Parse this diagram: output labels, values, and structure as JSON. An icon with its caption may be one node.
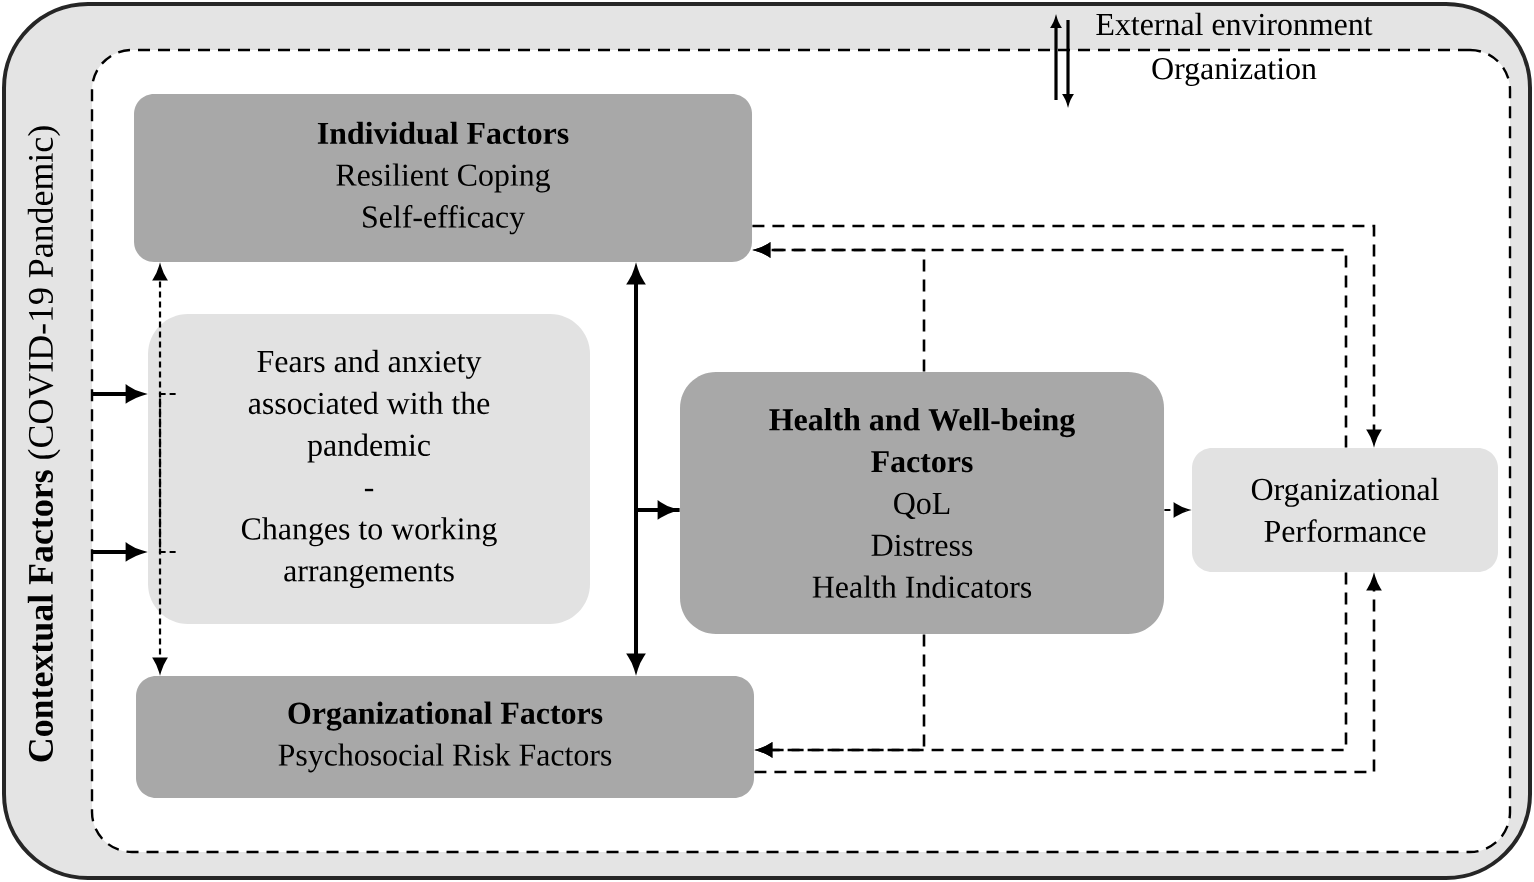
{
  "diagram": {
    "nodes": [
      {
        "text": [
          "**Contextual Factors** (COVID-19 Pandemic)",
          "External environment"
        ]
      },
      {
        "text": [
          "Organization"
        ],
        "in": 0
      },
      {
        "text": [
          "Individual Factors",
          "Resilient Coping",
          "Self-efficacy"
        ],
        "in": 1
      },
      {
        "text": [
          "Fears and anxiety associated with the pandemic",
          "-",
          "Changes to working arrangements"
        ],
        "in": 1
      },
      {
        "text": [
          "Health and Well-being Factors",
          "QoL",
          "Distress",
          "Health Indicators"
        ],
        "in": 1
      },
      {
        "text": [
          "Organizational Performance"
        ],
        "in": 1
      },
      {
        "text": [
          "Organizational Factors",
          "Psychosocial Risk Factors"
        ],
        "in": 1
      }
    ],
    "edges": [
      {
        "from": null,
        "to": 3,
        "arrow": "to"
      },
      {
        "from": null,
        "to": 3,
        "arrow": "to"
      },
      {
        "from": 3,
        "to": 2,
        "arrow": "to",
        "style": "dashed"
      },
      {
        "from": 3,
        "to": 6,
        "arrow": "to",
        "style": "dashed"
      },
      {
        "from": 2,
        "to": 6,
        "arrow": "both"
      },
      {
        "from": 2,
        "to": 4,
        "arrow": "to"
      },
      {
        "from": 6,
        "to": 4,
        "arrow": "to"
      },
      {
        "from": 4,
        "to": 5,
        "arrow": "to",
        "style": "dashed"
      },
      {
        "from": 2,
        "to": 5,
        "arrow": "to",
        "style": "dashed"
      },
      {
        "from": 5,
        "to": 2,
        "arrow": "to",
        "style": "dashed"
      },
      {
        "from": 4,
        "to": 2,
        "arrow": "to",
        "style": "dashed"
      },
      {
        "from": 4,
        "to": 6,
        "arrow": "to",
        "style": "dashed"
      },
      {
        "from": 5,
        "to": 6,
        "arrow": "to",
        "style": "dashed"
      },
      {
        "from": 6,
        "to": 5,
        "arrow": "to",
        "style": "dashed"
      }
    ]
  }
}
